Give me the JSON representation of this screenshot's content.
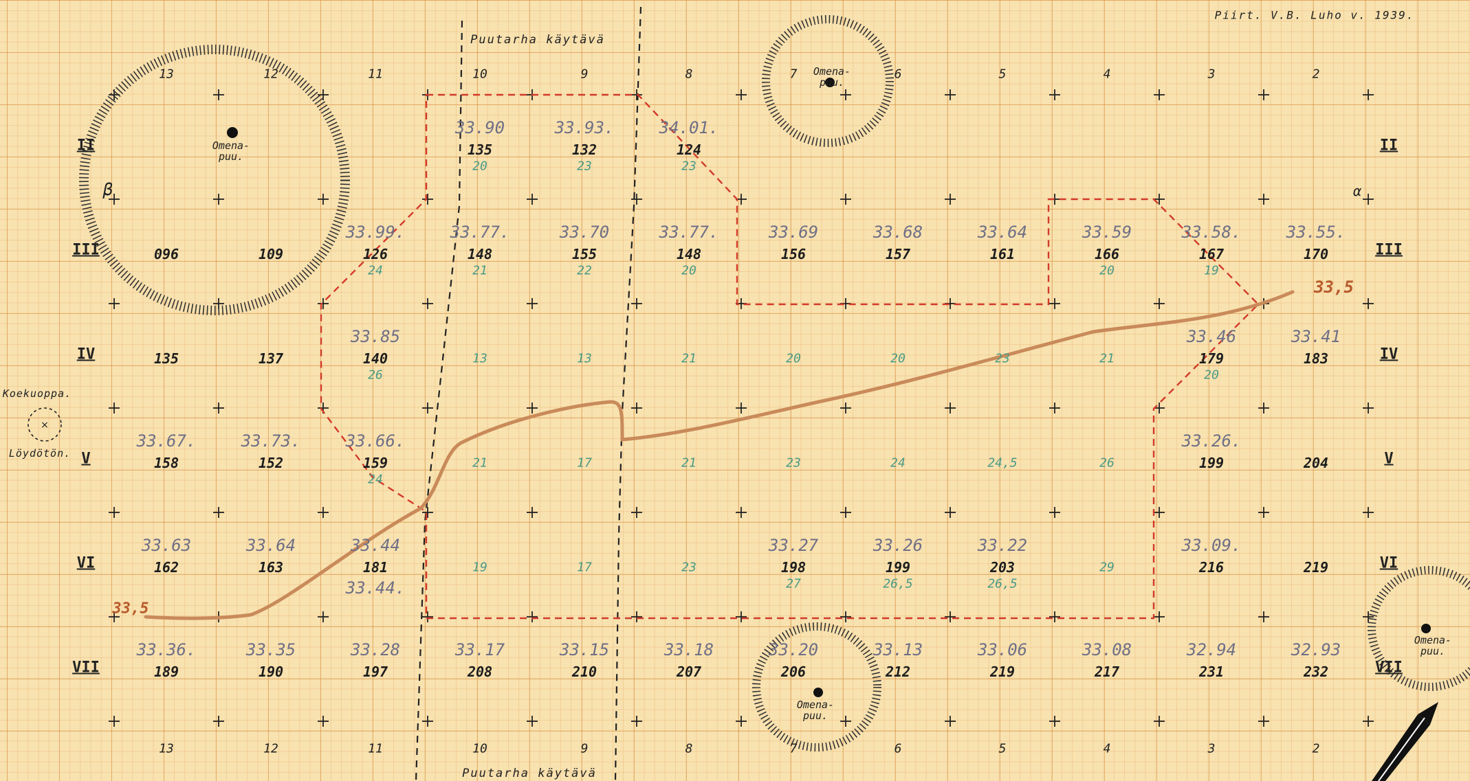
{
  "author_note": "Piirt. V.B. Luho v. 1939.",
  "path_label": "Puutarha käytävä",
  "find_pit": "Koekuoppa.",
  "find_pit_status": "Löydötön.",
  "tree_label_1": "Omena-",
  "tree_label_2": "puu.",
  "marker_beta": "β",
  "marker_alpha": "α",
  "profile_end_label": "33,5",
  "columns": [
    "13",
    "12",
    "11",
    "10",
    "9",
    "8",
    "7",
    "6",
    "5",
    "4",
    "3",
    "2"
  ],
  "rows": [
    "II",
    "III",
    "IV",
    "V",
    "VI",
    "VII"
  ],
  "row3_extra_col_left": [
    "096",
    "109"
  ],
  "cells": [
    {
      "r": "II",
      "c": "10",
      "elev": "33.90",
      "num": "135",
      "depth": "20"
    },
    {
      "r": "II",
      "c": "9",
      "elev": "33.93.",
      "num": "132",
      "depth": "23"
    },
    {
      "r": "II",
      "c": "8",
      "elev": "34.01.",
      "num": "124",
      "depth": "23"
    },
    {
      "r": "III",
      "c": "13",
      "num": "096"
    },
    {
      "r": "III",
      "c": "12",
      "num": "109"
    },
    {
      "r": "III",
      "c": "11",
      "elev": "33.99.",
      "num": "126",
      "depth": "24"
    },
    {
      "r": "III",
      "c": "10",
      "elev": "33.77.",
      "num": "148",
      "depth": "21"
    },
    {
      "r": "III",
      "c": "9",
      "elev": "33.70",
      "num": "155",
      "depth": "22"
    },
    {
      "r": "III",
      "c": "8",
      "elev": "33.77.",
      "num": "148",
      "depth": "20"
    },
    {
      "r": "III",
      "c": "7",
      "elev": "33.69",
      "num": "156"
    },
    {
      "r": "III",
      "c": "6",
      "elev": "33.68",
      "num": "157"
    },
    {
      "r": "III",
      "c": "5",
      "elev": "33.64",
      "num": "161"
    },
    {
      "r": "III",
      "c": "4",
      "elev": "33.59",
      "num": "166",
      "depth": "20"
    },
    {
      "r": "III",
      "c": "3",
      "elev": "33.58.",
      "num": "167",
      "depth": "19"
    },
    {
      "r": "III",
      "c": "2",
      "elev": "33.55.",
      "num": "170"
    },
    {
      "r": "IV",
      "c": "13",
      "num": "135"
    },
    {
      "r": "IV",
      "c": "12",
      "num": "137"
    },
    {
      "r": "IV",
      "c": "11",
      "elev": "33.85",
      "num": "140",
      "depth": "26"
    },
    {
      "r": "IV",
      "c": "10",
      "depth": "13"
    },
    {
      "r": "IV",
      "c": "9",
      "depth": "13"
    },
    {
      "r": "IV",
      "c": "8",
      "depth": "21"
    },
    {
      "r": "IV",
      "c": "7",
      "depth": "20"
    },
    {
      "r": "IV",
      "c": "6",
      "depth": "20"
    },
    {
      "r": "IV",
      "c": "5",
      "depth": "23"
    },
    {
      "r": "IV",
      "c": "4",
      "depth": "21"
    },
    {
      "r": "IV",
      "c": "3",
      "elev": "33.46",
      "num": "179",
      "depth": "20"
    },
    {
      "r": "IV",
      "c": "2",
      "elev": "33.41",
      "num": "183"
    },
    {
      "r": "V",
      "c": "13",
      "elev": "33.67.",
      "num": "158"
    },
    {
      "r": "V",
      "c": "12",
      "elev": "33.73.",
      "num": "152"
    },
    {
      "r": "V",
      "c": "11",
      "elev": "33.66.",
      "num": "159",
      "depth": "24"
    },
    {
      "r": "V",
      "c": "10",
      "depth": "21"
    },
    {
      "r": "V",
      "c": "9",
      "depth": "17"
    },
    {
      "r": "V",
      "c": "8",
      "depth": "21"
    },
    {
      "r": "V",
      "c": "7",
      "depth": "23"
    },
    {
      "r": "V",
      "c": "6",
      "depth": "24"
    },
    {
      "r": "V",
      "c": "5",
      "depth": "24,5"
    },
    {
      "r": "V",
      "c": "4",
      "depth": "26"
    },
    {
      "r": "V",
      "c": "3",
      "elev": "33.26.",
      "num": "199"
    },
    {
      "r": "V",
      "c": "2",
      "num": "204"
    },
    {
      "r": "VI",
      "c": "13",
      "elev": "33.63",
      "num": "162"
    },
    {
      "r": "VI",
      "c": "12",
      "elev": "33.64",
      "num": "163"
    },
    {
      "r": "VI",
      "c": "11",
      "elev": "33.44",
      "num": "181",
      "elev2": "33.44."
    },
    {
      "r": "VI",
      "c": "10",
      "depth": "19"
    },
    {
      "r": "VI",
      "c": "9",
      "depth": "17"
    },
    {
      "r": "VI",
      "c": "8",
      "depth": "23"
    },
    {
      "r": "VI",
      "c": "7",
      "elev": "33.27",
      "num": "198",
      "depth": "27"
    },
    {
      "r": "VI",
      "c": "6",
      "elev": "33.26",
      "num": "199",
      "depth": "26,5"
    },
    {
      "r": "VI",
      "c": "5",
      "elev": "33.22",
      "num": "203",
      "depth": "26,5"
    },
    {
      "r": "VI",
      "c": "4",
      "depth": "29"
    },
    {
      "r": "VI",
      "c": "3",
      "elev": "33.09.",
      "num": "216"
    },
    {
      "r": "VI",
      "c": "2",
      "num": "219"
    },
    {
      "r": "VII",
      "c": "13",
      "elev": "33.36.",
      "num": "189"
    },
    {
      "r": "VII",
      "c": "12",
      "elev": "33.35",
      "num": "190"
    },
    {
      "r": "VII",
      "c": "11",
      "elev": "33.28",
      "num": "197"
    },
    {
      "r": "VII",
      "c": "10",
      "elev": "33.17",
      "num": "208"
    },
    {
      "r": "VII",
      "c": "9",
      "elev": "33.15",
      "num": "210"
    },
    {
      "r": "VII",
      "c": "8",
      "elev": "33.18",
      "num": "207"
    },
    {
      "r": "VII",
      "c": "7",
      "elev": "33.20",
      "num": "206"
    },
    {
      "r": "VII",
      "c": "6",
      "elev": "33.13",
      "num": "212"
    },
    {
      "r": "VII",
      "c": "5",
      "elev": "33.06",
      "num": "219"
    },
    {
      "r": "VII",
      "c": "4",
      "elev": "33.08",
      "num": "217"
    },
    {
      "r": "VII",
      "c": "3",
      "elev": "32.94",
      "num": "231"
    },
    {
      "r": "VII",
      "c": "2",
      "elev": "32.93",
      "num": "232"
    }
  ],
  "colors": {
    "paper": "#f8e2b0",
    "grid": "#d68c3c",
    "excavation": "#d23a2a",
    "profile": "#c98a5a",
    "ink": "#1d1d1d",
    "depth": "#4a9a86",
    "elevation": "#6f6f86"
  }
}
